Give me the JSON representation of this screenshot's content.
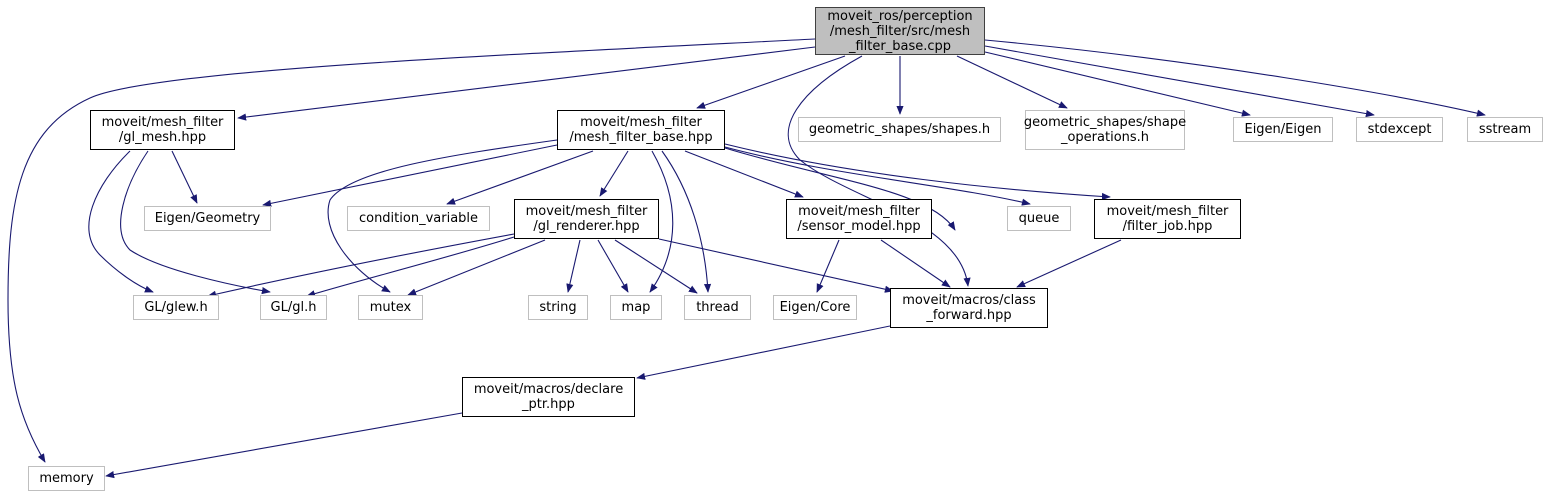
{
  "diagram": {
    "type": "include-dependency-graph",
    "edge_color": "#191970",
    "nodes": [
      {
        "id": "root",
        "kind": "root",
        "lines": [
          "moveit_ros/perception",
          "/mesh_filter/src/mesh",
          "_filter_base.cpp"
        ]
      },
      {
        "id": "gl_mesh",
        "kind": "internal",
        "lines": [
          "moveit/mesh_filter",
          "/gl_mesh.hpp"
        ]
      },
      {
        "id": "mesh_filter_base",
        "kind": "internal",
        "lines": [
          "moveit/mesh_filter",
          "/mesh_filter_base.hpp"
        ]
      },
      {
        "id": "shapes",
        "kind": "external",
        "lines": [
          "geometric_shapes/shapes.h"
        ]
      },
      {
        "id": "shape_operations",
        "kind": "external",
        "lines": [
          "geometric_shapes/shape",
          "_operations.h"
        ]
      },
      {
        "id": "eigen_eigen",
        "kind": "external",
        "lines": [
          "Eigen/Eigen"
        ]
      },
      {
        "id": "stdexcept",
        "kind": "external",
        "lines": [
          "stdexcept"
        ]
      },
      {
        "id": "sstream",
        "kind": "external",
        "lines": [
          "sstream"
        ]
      },
      {
        "id": "eigen_geometry",
        "kind": "external",
        "lines": [
          "Eigen/Geometry"
        ]
      },
      {
        "id": "condition_variable",
        "kind": "external",
        "lines": [
          "condition_variable"
        ]
      },
      {
        "id": "gl_renderer",
        "kind": "internal",
        "lines": [
          "moveit/mesh_filter",
          "/gl_renderer.hpp"
        ]
      },
      {
        "id": "sensor_model",
        "kind": "internal",
        "lines": [
          "moveit/mesh_filter",
          "/sensor_model.hpp"
        ]
      },
      {
        "id": "queue",
        "kind": "external",
        "lines": [
          "queue"
        ]
      },
      {
        "id": "filter_job",
        "kind": "internal",
        "lines": [
          "moveit/mesh_filter",
          "/filter_job.hpp"
        ]
      },
      {
        "id": "glew",
        "kind": "external",
        "lines": [
          "GL/glew.h"
        ]
      },
      {
        "id": "gl",
        "kind": "external",
        "lines": [
          "GL/gl.h"
        ]
      },
      {
        "id": "mutex",
        "kind": "external",
        "lines": [
          "mutex"
        ]
      },
      {
        "id": "string",
        "kind": "external",
        "lines": [
          "string"
        ]
      },
      {
        "id": "map",
        "kind": "external",
        "lines": [
          "map"
        ]
      },
      {
        "id": "thread",
        "kind": "external",
        "lines": [
          "thread"
        ]
      },
      {
        "id": "eigen_core",
        "kind": "external",
        "lines": [
          "Eigen/Core"
        ]
      },
      {
        "id": "class_forward",
        "kind": "internal",
        "lines": [
          "moveit/macros/class",
          "_forward.hpp"
        ]
      },
      {
        "id": "declare_ptr",
        "kind": "internal",
        "lines": [
          "moveit/macros/declare",
          "_ptr.hpp"
        ]
      },
      {
        "id": "memory",
        "kind": "external",
        "lines": [
          "memory"
        ]
      }
    ],
    "edges": [
      [
        "root",
        "memory"
      ],
      [
        "root",
        "gl_mesh"
      ],
      [
        "root",
        "mesh_filter_base"
      ],
      [
        "root",
        "class_forward"
      ],
      [
        "root",
        "shapes"
      ],
      [
        "root",
        "shape_operations"
      ],
      [
        "root",
        "eigen_eigen"
      ],
      [
        "root",
        "stdexcept"
      ],
      [
        "root",
        "sstream"
      ],
      [
        "gl_mesh",
        "eigen_geometry"
      ],
      [
        "gl_mesh",
        "glew"
      ],
      [
        "gl_mesh",
        "gl"
      ],
      [
        "mesh_filter_base",
        "eigen_geometry"
      ],
      [
        "mesh_filter_base",
        "condition_variable"
      ],
      [
        "mesh_filter_base",
        "gl_renderer"
      ],
      [
        "mesh_filter_base",
        "sensor_model"
      ],
      [
        "mesh_filter_base",
        "queue"
      ],
      [
        "mesh_filter_base",
        "filter_job"
      ],
      [
        "mesh_filter_base",
        "mutex"
      ],
      [
        "mesh_filter_base",
        "map"
      ],
      [
        "mesh_filter_base",
        "thread"
      ],
      [
        "mesh_filter_base",
        "class_forward"
      ],
      [
        "gl_renderer",
        "glew"
      ],
      [
        "gl_renderer",
        "gl"
      ],
      [
        "gl_renderer",
        "mutex"
      ],
      [
        "gl_renderer",
        "string"
      ],
      [
        "gl_renderer",
        "map"
      ],
      [
        "gl_renderer",
        "thread"
      ],
      [
        "gl_renderer",
        "class_forward"
      ],
      [
        "sensor_model",
        "eigen_core"
      ],
      [
        "sensor_model",
        "class_forward"
      ],
      [
        "filter_job",
        "class_forward"
      ],
      [
        "class_forward",
        "declare_ptr"
      ],
      [
        "declare_ptr",
        "memory"
      ]
    ]
  }
}
